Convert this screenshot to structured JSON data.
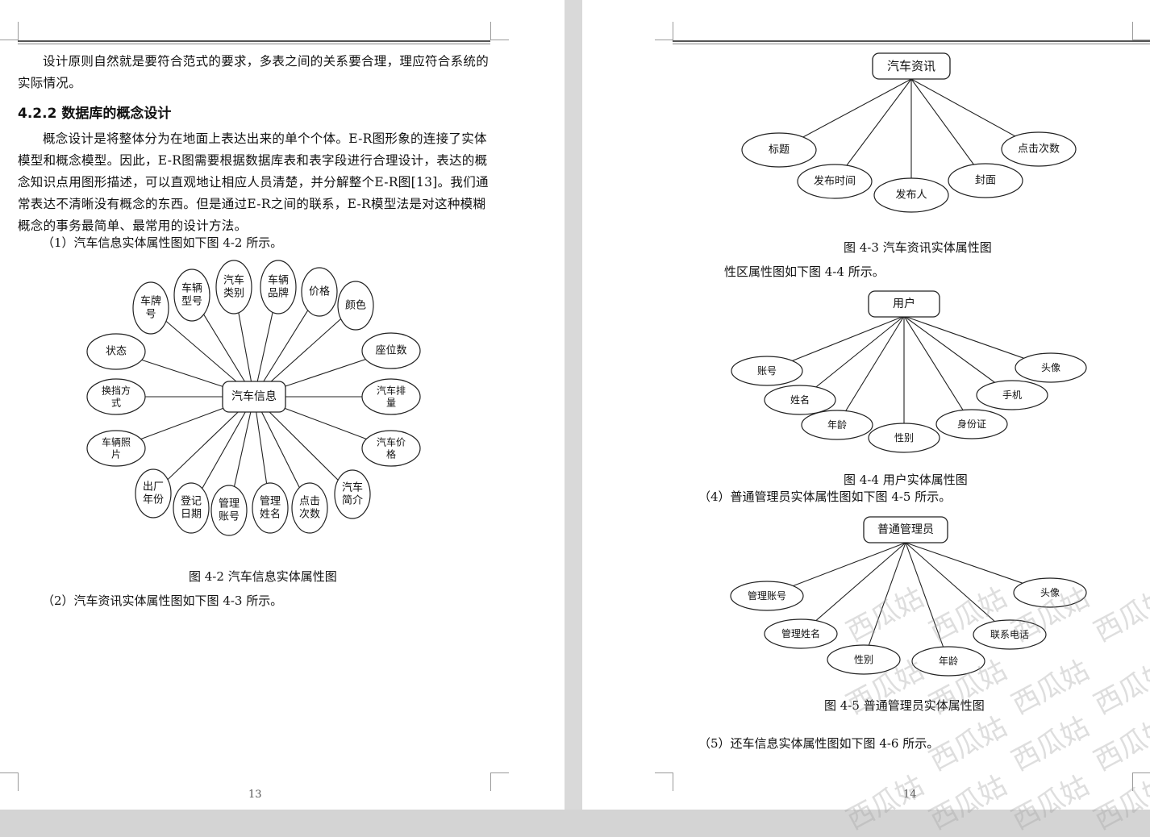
{
  "left_page": {
    "para1": "设计原则自然就是要符合范式的要求，多表之间的关系要合理，理应符合系统的实际情况。",
    "heading": "4.2.2 数据库的概念设计",
    "para2": "概念设计是将整体分为在地面上表达出来的单个个体。E-R图形象的连接了实体模型和概念模型。因此，E-R图需要根据数据库表和表字段进行合理设计，表达的概念知识点用图形描述，可以直观地让相应人员清楚，并分解整个E-R图[13]。我们通常表达不清晰没有概念的东西。但是通过E-R之间的联系，E-R模型法是对这种模糊概念的事务最简单、最常用的设计方法。",
    "note1": "（1）汽车信息实体属性图如下图 4-2 所示。",
    "caption1": "图 4-2 汽车信息实体属性图",
    "note2": "（2）汽车资讯实体属性图如下图 4-3 所示。",
    "page_number": "13"
  },
  "right_page": {
    "caption3": "图 4-3 汽车资讯实体属性图",
    "note3": "性区属性图如下图 4-4 所示。",
    "caption4": "图 4-4 用户实体属性图",
    "note4": "（4）普通管理员实体属性图如下图 4-5 所示。",
    "caption5": "图 4-5 普通管理员实体属性图",
    "note5": "（5）还车信息实体属性图如下图 4-6 所示。",
    "page_number": "14"
  },
  "diagrams": {
    "car_info": {
      "entity": "汽车信息",
      "attributes": [
        [
          "状态"
        ],
        [
          "车牌",
          "号"
        ],
        [
          "车辆",
          "型号"
        ],
        [
          "汽车",
          "类别"
        ],
        [
          "车辆",
          "品牌"
        ],
        [
          "价格"
        ],
        [
          "颜色"
        ],
        [
          "座位数"
        ],
        [
          "汽车排",
          "量"
        ],
        [
          "汽车价",
          "格"
        ],
        [
          "汽车",
          "简介"
        ],
        [
          "点击",
          "次数"
        ],
        [
          "管理",
          "姓名"
        ],
        [
          "管理",
          "账号"
        ],
        [
          "登记",
          "日期"
        ],
        [
          "出厂",
          "年份"
        ],
        [
          "车辆照",
          "片"
        ],
        [
          "换挡方",
          "式"
        ]
      ]
    },
    "car_news": {
      "entity": "汽车资讯",
      "attributes": [
        "标题",
        "发布时间",
        "发布人",
        "封面",
        "点击次数"
      ]
    },
    "user": {
      "entity": "用户",
      "attributes": [
        "账号",
        "姓名",
        "年龄",
        "性别",
        "身份证",
        "手机",
        "头像"
      ]
    },
    "admin": {
      "entity": "普通管理员",
      "attributes": [
        "管理账号",
        "管理姓名",
        "性别",
        "年龄",
        "联系电话",
        "头像"
      ]
    }
  },
  "watermark": "西瓜姑"
}
